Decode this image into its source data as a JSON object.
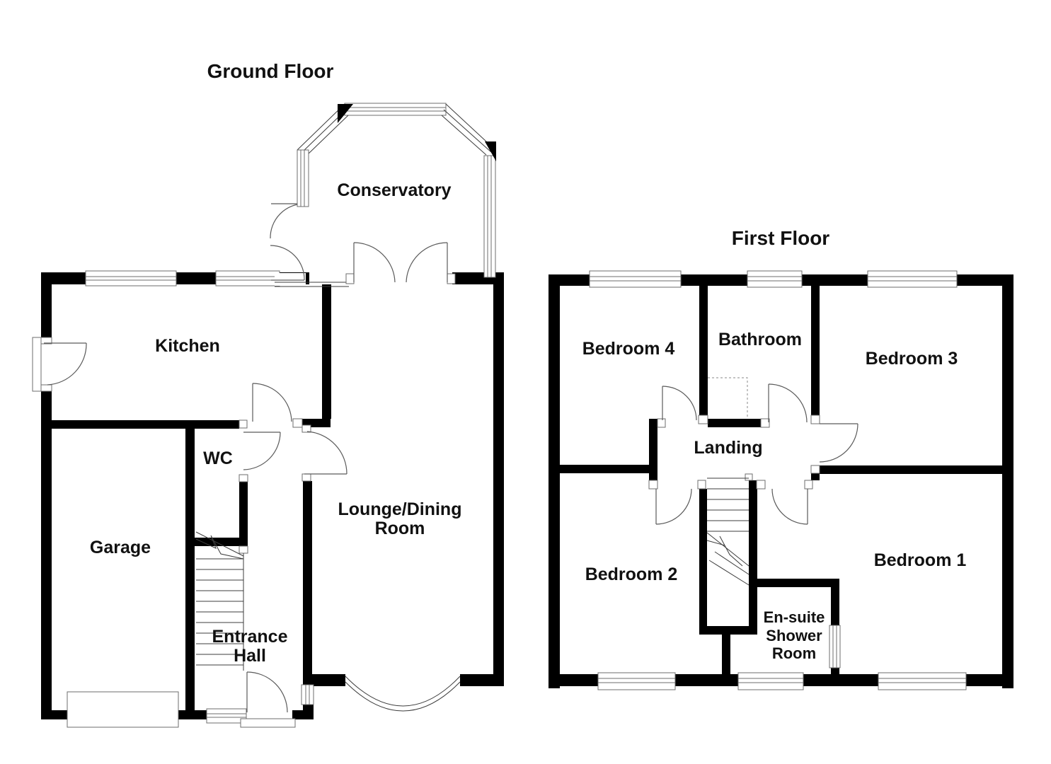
{
  "colors": {
    "background": "#ffffff",
    "walls": "#000000",
    "door_line": "#5a5a5a"
  },
  "ground_floor": {
    "title": "Ground Floor",
    "rooms": {
      "conservatory": "Conservatory",
      "kitchen": "Kitchen",
      "wc": "WC",
      "garage": "Garage",
      "entrance_hall": [
        "Entrance",
        "Hall"
      ],
      "lounge_dining": [
        "Lounge/Dining",
        "Room"
      ]
    }
  },
  "first_floor": {
    "title": "First Floor",
    "rooms": {
      "bedroom4": "Bedroom 4",
      "bathroom": "Bathroom",
      "bedroom3": "Bedroom 3",
      "landing": "Landing",
      "bedroom2": "Bedroom 2",
      "bedroom1": "Bedroom 1",
      "ensuite": [
        "En-suite",
        "Shower",
        "Room"
      ]
    }
  }
}
